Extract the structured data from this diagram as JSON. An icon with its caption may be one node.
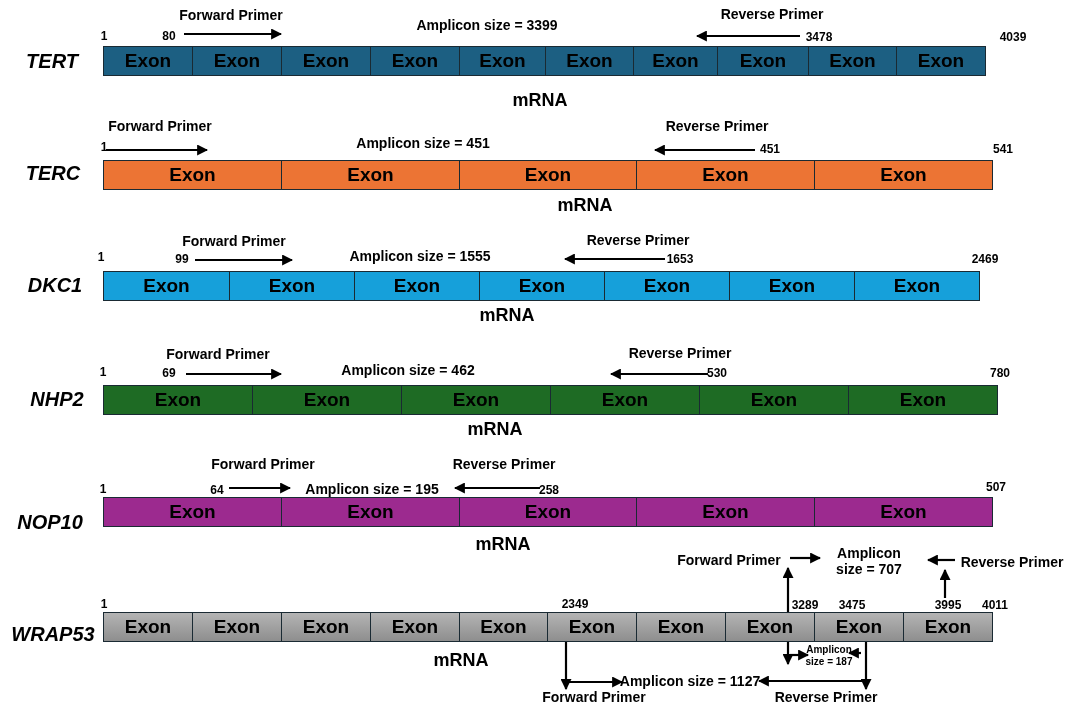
{
  "diagram": {
    "nodes": [
      {
        "text": [
          "Exon"
        ]
      },
      {
        "text": [
          "Exon"
        ]
      },
      {
        "text": [
          "Exon"
        ]
      },
      {
        "text": [
          "Exon"
        ]
      },
      {
        "text": [
          "Exon"
        ]
      },
      {
        "text": [
          "Exon"
        ]
      },
      {
        "text": [
          "Exon"
        ]
      },
      {
        "text": [
          "Exon"
        ]
      },
      {
        "text": [
          "Exon"
        ]
      },
      {
        "text": [
          "Exon"
        ]
      },
      {
        "text": [
          "Exon"
        ]
      },
      {
        "text": [
          "Exon"
        ]
      },
      {
        "text": [
          "Exon"
        ]
      },
      {
        "text": [
          "Exon"
        ]
      },
      {
        "text": [
          "Exon"
        ]
      },
      {
        "text": [
          "Exon"
        ]
      },
      {
        "text": [
          "Exon"
        ]
      },
      {
        "text": [
          "Exon"
        ]
      },
      {
        "text": [
          "Exon"
        ]
      },
      {
        "text": [
          "Exon"
        ]
      },
      {
        "text": [
          "Exon"
        ]
      },
      {
        "text": [
          "Exon"
        ]
      },
      {
        "text": [
          "Exon"
        ]
      },
      {
        "text": [
          "Exon"
        ]
      },
      {
        "text": [
          "Exon"
        ]
      },
      {
        "text": [
          "Exon"
        ]
      },
      {
        "text": [
          "Exon"
        ]
      },
      {
        "text": [
          "Exon"
        ]
      },
      {
        "text": [
          "Exon"
        ]
      },
      {
        "text": [
          "Exon"
        ]
      },
      {
        "text": [
          "Exon"
        ]
      },
      {
        "text": [
          "Exon"
        ]
      },
      {
        "text": [
          "Exon"
        ]
      },
      {
        "text": [
          "Forward Primer"
        ]
      },
      {
        "text": [
          "Reverse Primer"
        ]
      },
      {
        "text": [
          "Exon"
        ]
      },
      {
        "text": [
          "Exon"
        ]
      },
      {
        "text": [
          "Exon"
        ]
      },
      {
        "text": [
          "Exon"
        ]
      },
      {
        "text": [
          "Exon"
        ]
      },
      {
        "text": [
          "Exon"
        ]
      },
      {
        "text": [
          "Exon"
        ]
      },
      {
        "text": [
          "Exon"
        ]
      },
      {
        "text": [
          "Exon"
        ]
      },
      {
        "text": [
          "Exon"
        ]
      },
      {
        "text": [
          "Amplicon size = 187"
        ]
      },
      {
        "text": [
          "Amplicon size = 1127"
        ]
      },
      {
        "text": [
          "Forward Primer"
        ]
      },
      {
        "text": [
          "Reverse Primer"
        ]
      }
    ],
    "edges": [
      {
        "from": 40,
        "to": 47,
        "arrow": "to"
      },
      {
        "from": 42,
        "to": 33,
        "arrow": "to"
      },
      {
        "from": 42,
        "to": 45,
        "arrow": "to"
      },
      {
        "from": 44,
        "to": 34,
        "arrow": "to"
      },
      {
        "from": 43,
        "to": 48,
        "arrow": "to"
      },
      {
        "from": 47,
        "to": 46,
        "arrow": "to"
      },
      {
        "from": 48,
        "to": 46,
        "arrow": "to"
      }
    ],
    "labels": [
      "Forward Primer",
      "Amplicon size = 3399",
      "Reverse Primer",
      "1",
      "80",
      "3478",
      "4039",
      "TERT",
      "mRNA",
      "Forward Primer",
      "Amplicon size = 451",
      "Reverse Primer",
      "1",
      "451",
      "541",
      "TERC",
      "mRNA",
      "Forward Primer",
      "Amplicon size = 1555",
      "Reverse Primer",
      "1",
      "99",
      "1653",
      "2469",
      "DKC1",
      "mRNA",
      "Forward Primer",
      "Amplicon size = 462",
      "Reverse Primer",
      "1",
      "69",
      "530",
      "780",
      "NHP2",
      "mRNA",
      "Forward Primer",
      "Reverse Primer",
      "1",
      "64",
      "Amplicon size = 195",
      "258",
      "507",
      "NOP10",
      "mRNA",
      "Amplicon size = 707",
      "1",
      "2349",
      "3289",
      "3475",
      "3995",
      "4011",
      "WRAP53",
      "mRNA"
    ]
  }
}
